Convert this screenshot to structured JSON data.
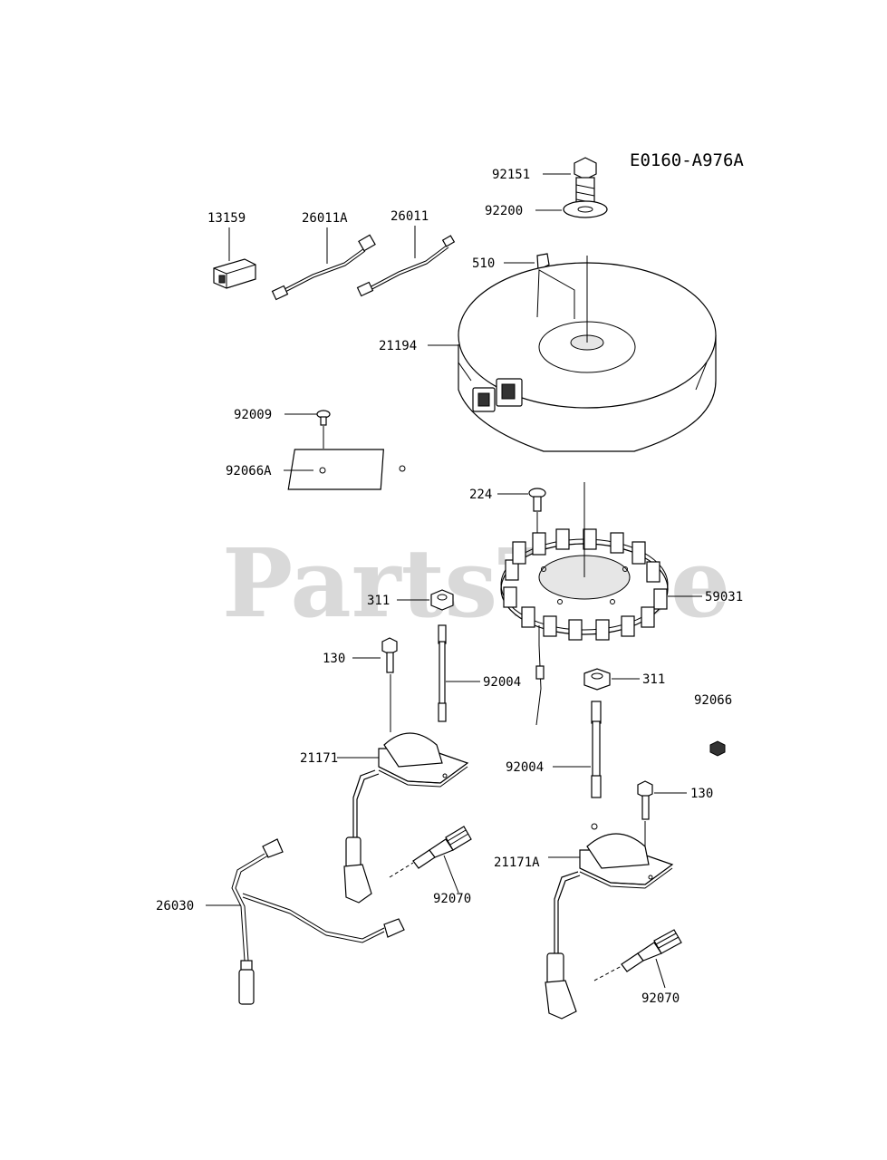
{
  "watermark": "PartsTree",
  "diagram_code": "E0160-A976A",
  "labels": {
    "p92151": "92151",
    "p92200": "92200",
    "p510": "510",
    "p13159": "13159",
    "p26011A": "26011A",
    "p26011": "26011",
    "p21194": "21194",
    "p92009": "92009",
    "p92066A": "92066A",
    "p224": "224",
    "p311a": "311",
    "p59031": "59031",
    "p130a": "130",
    "p92004a": "92004",
    "p311b": "311",
    "p92066": "92066",
    "p21171": "21171",
    "p92004b": "92004",
    "p130b": "130",
    "p21171A": "21171A",
    "p92070a": "92070",
    "p26030": "26030",
    "p92070b": "92070"
  }
}
